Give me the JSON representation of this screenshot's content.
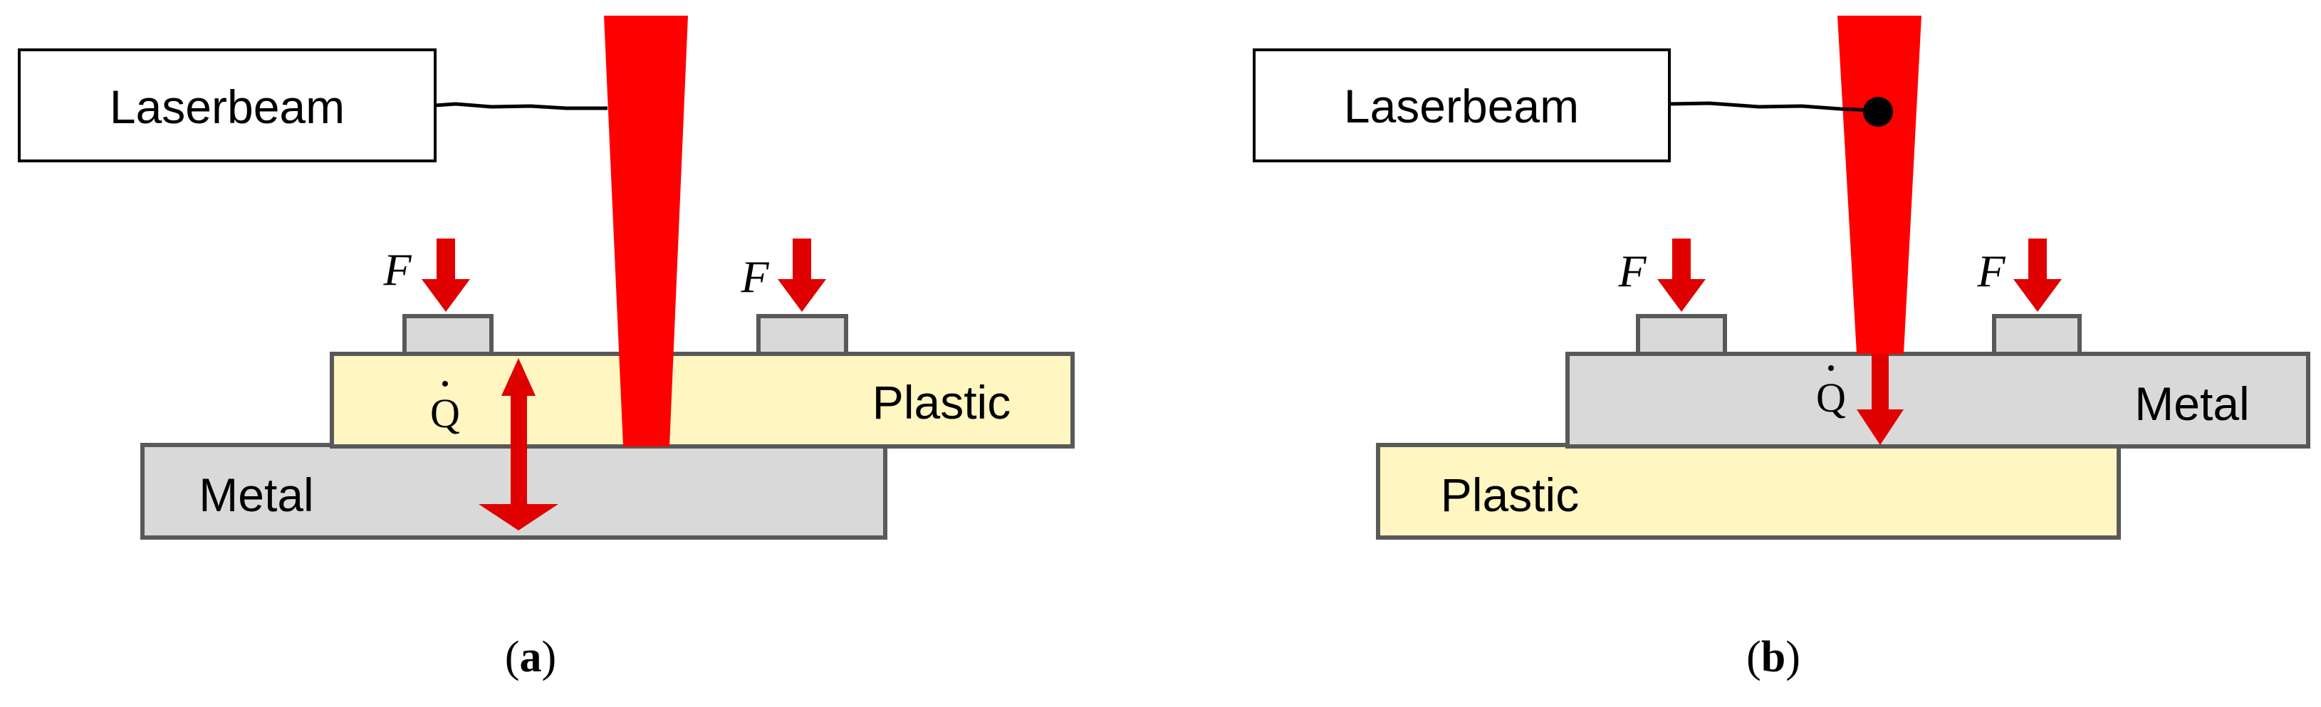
{
  "colors": {
    "beam": "#ff0000",
    "arrow": "#e00000",
    "metal": "#d9d9d9",
    "plastic": "#fff6c2",
    "outline": "#595959",
    "text": "#000000"
  },
  "panel_a": {
    "beam_label": "Laserbeam",
    "force_left": "F",
    "force_right": "F",
    "heat_label": "Q",
    "top_plate": "Plastic",
    "bottom_plate": "Metal",
    "caption_open": "(",
    "caption_letter": "a",
    "caption_close": ")"
  },
  "panel_b": {
    "beam_label": "Laserbeam",
    "force_left": "F",
    "force_right": "F",
    "heat_label": "Q",
    "top_plate": "Metal",
    "bottom_plate": "Plastic",
    "caption_open": "(",
    "caption_letter": "b",
    "caption_close": ")"
  }
}
